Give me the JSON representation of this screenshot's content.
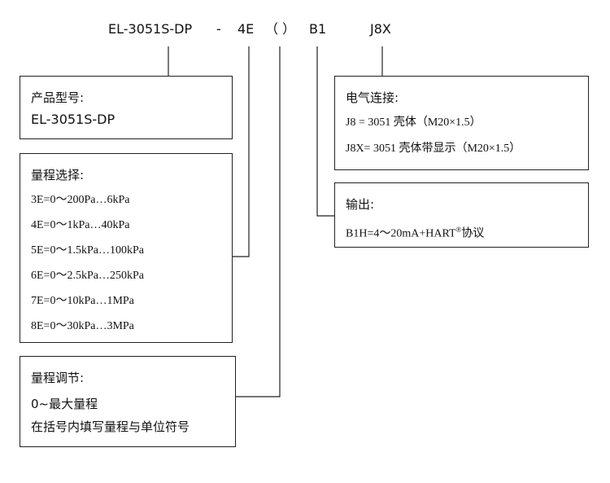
{
  "model_code": {
    "base": "EL-3051S-DP",
    "dash": "-",
    "range": "4E",
    "adjust": "（ ）",
    "output": "B1",
    "connection": "J8X"
  },
  "boxes": {
    "model": {
      "title": "产品型号:",
      "lines": [
        "EL-3051S-DP"
      ]
    },
    "range": {
      "title": "量程选择:",
      "lines": [
        "3E=0～200Pa…6kPa",
        "4E=0～1kPa…40kPa",
        "5E=0～1.5kPa…100kPa",
        "6E=0～2.5kPa…250kPa",
        "7E=0～10kPa…1MPa",
        "8E=0～30kPa…3MPa"
      ]
    },
    "adjust": {
      "title": "量程调节:",
      "lines": [
        "0~最大量程",
        "在括号内填写量程与单位符号"
      ]
    },
    "connection": {
      "title": "电气连接:",
      "lines": [
        "J8 = 3051 壳体（M20×1.5）",
        "J8X= 3051 壳体带显示（M20×1.5）"
      ]
    },
    "output": {
      "title": "输出:",
      "line_main": "B1H=4～20mA+HART",
      "line_sup": "®",
      "line_tail": "协议"
    }
  }
}
